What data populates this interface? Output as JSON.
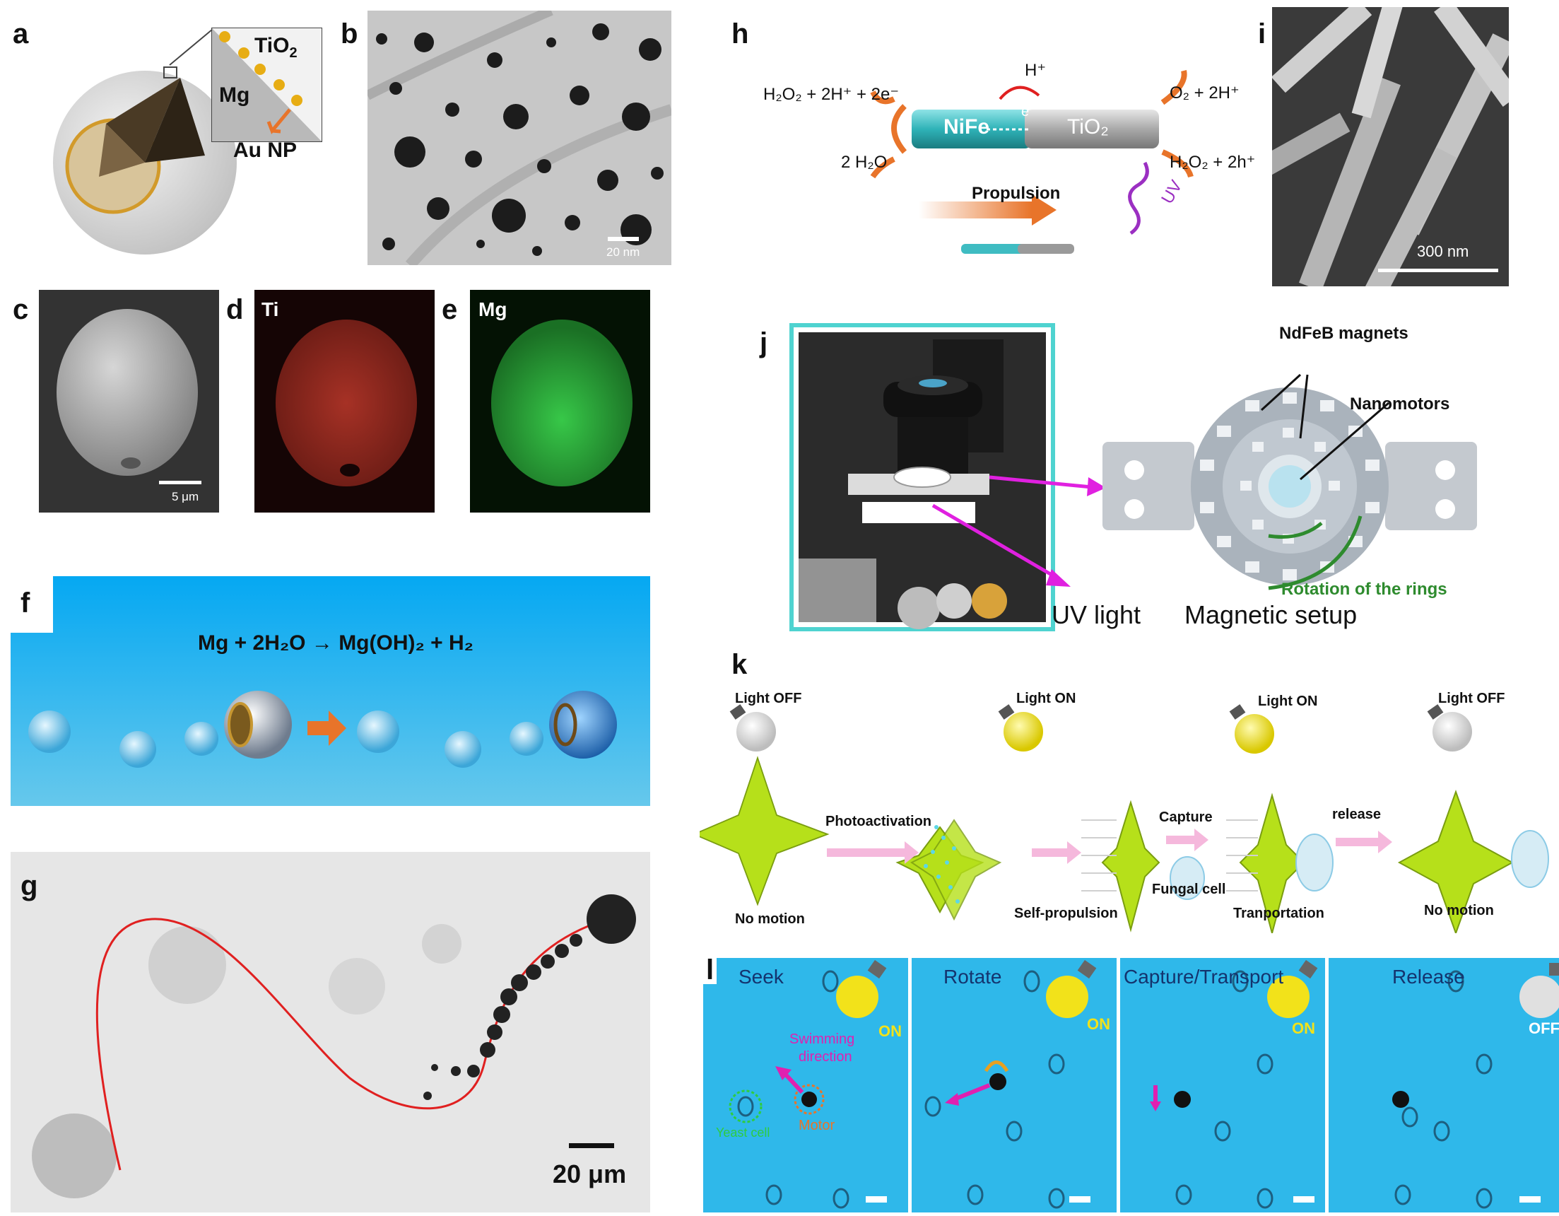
{
  "panels": {
    "a": {
      "letter": "a",
      "tio2": "TiO",
      "tio2_sub": "2",
      "mg": "Mg",
      "au_np": "Au NP"
    },
    "b": {
      "letter": "b",
      "scale": "20 nm"
    },
    "c": {
      "letter": "c",
      "scale": "5 μm"
    },
    "d": {
      "letter": "d",
      "element": "Ti"
    },
    "e": {
      "letter": "e",
      "element": "Mg"
    },
    "f": {
      "letter": "f",
      "equation": "Mg + 2H₂O → Mg(OH)₂ + H₂"
    },
    "g": {
      "letter": "g",
      "scale": "20 μm"
    },
    "h": {
      "letter": "h",
      "left_reaction": "H₂O₂ + 2H⁺ + 2e⁻",
      "left_product": "2 H₂O",
      "proton": "H⁺",
      "electron": "e⁻",
      "nife": "NiFe",
      "tio2": "TiO₂",
      "right_product": "O₂ + 2H⁺",
      "right_reaction": "H₂O₂ + 2h⁺",
      "uv": "UV",
      "propulsion": "Propulsion"
    },
    "i": {
      "letter": "i",
      "scale": "300 nm"
    },
    "j": {
      "letter": "j",
      "magnets": "NdFeB magnets",
      "nanomotors": "Nanomotors",
      "rotation": "Rotation of the rings",
      "uv_light": "UV light",
      "magnetic_setup": "Magnetic setup"
    },
    "k": {
      "letter": "k",
      "light_states": [
        "Light OFF",
        "Light ON",
        "Light ON",
        "Light OFF"
      ],
      "arrows": [
        "Photoactivation",
        "Capture",
        "release"
      ],
      "captions": [
        "No motion",
        "Self-propulsion",
        "Fungal cell",
        "Tranportation",
        "No motion"
      ]
    },
    "l": {
      "letter": "l",
      "frames": [
        {
          "title": "Seek",
          "state": "ON"
        },
        {
          "title": "Rotate",
          "state": "ON"
        },
        {
          "title": "Capture/Transport",
          "state": "ON"
        },
        {
          "title": "Release",
          "state": "OFF"
        }
      ],
      "swimming": "Swimming",
      "direction": "direction",
      "yeast": "Yeast cell",
      "motor": "Motor"
    }
  },
  "colors": {
    "red_map": "#c0392b",
    "green_map": "#2ecc40",
    "sky": "#0fa7e8",
    "cyan_bg": "#2fb8ea",
    "magenta": "#e020e0",
    "bulb_on": "#f2e21a",
    "orange": "#e8742a"
  }
}
